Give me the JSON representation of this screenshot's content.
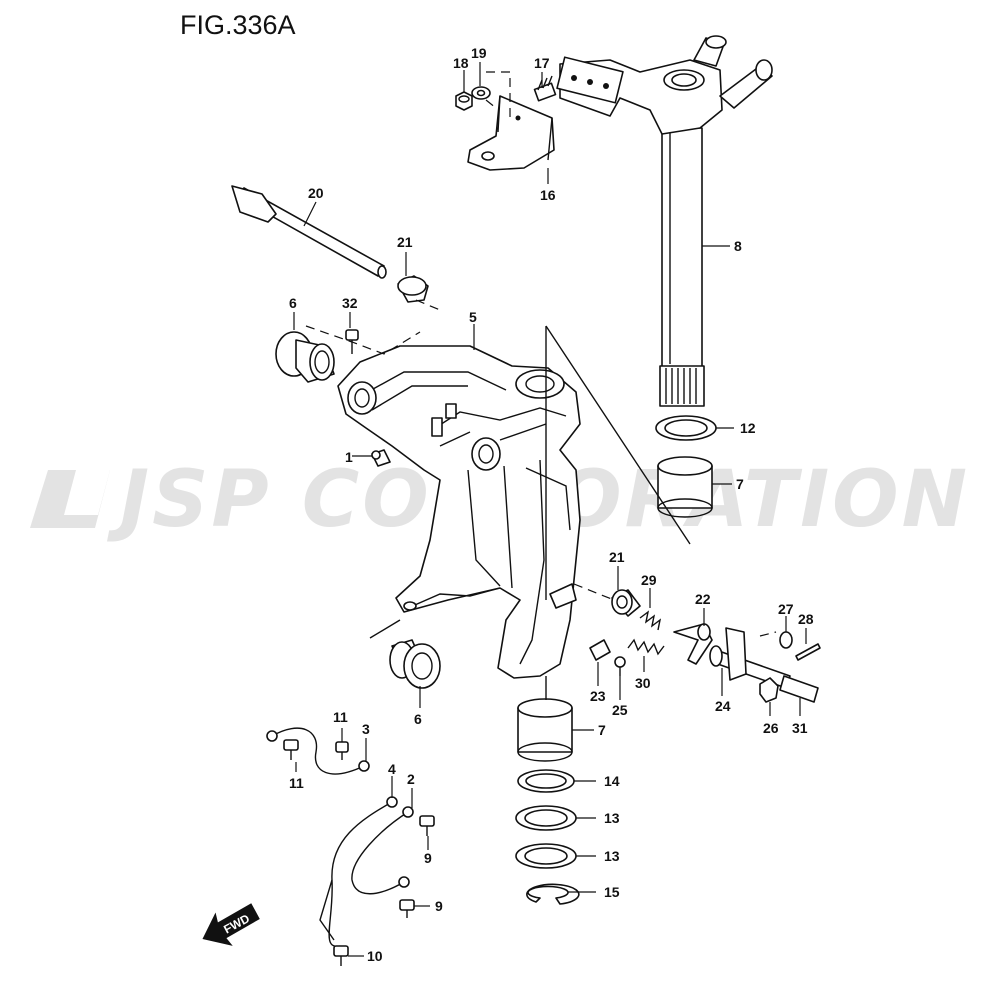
{
  "figure": {
    "title": "FIG.336A"
  },
  "watermark": {
    "text": "JSP CORPORATION"
  },
  "direction_badge": {
    "text": "FWD"
  },
  "callouts": {
    "c1": "1",
    "c2": "2",
    "c3": "3",
    "c4": "4",
    "c5": "5",
    "c6a": "6",
    "c6b": "6",
    "c7a": "7",
    "c7b": "7",
    "c8": "8",
    "c9a": "9",
    "c9b": "9",
    "c10": "10",
    "c11a": "11",
    "c11b": "11",
    "c12": "12",
    "c13a": "13",
    "c13b": "13",
    "c14": "14",
    "c15": "15",
    "c16": "16",
    "c17": "17",
    "c18": "18",
    "c19": "19",
    "c20": "20",
    "c21a": "21",
    "c21b": "21",
    "c22": "22",
    "c23": "23",
    "c24": "24",
    "c25": "25",
    "c26": "26",
    "c27": "27",
    "c28": "28",
    "c29": "29",
    "c30": "30",
    "c31": "31",
    "c32": "32"
  }
}
